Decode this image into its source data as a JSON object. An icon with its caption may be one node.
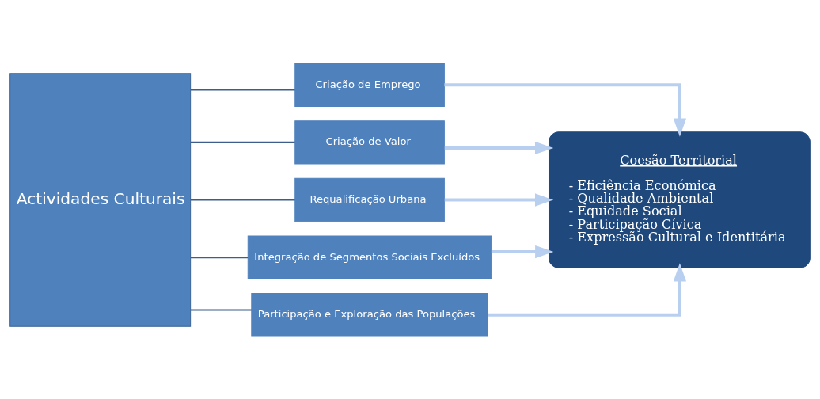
{
  "diagram": {
    "nodes": [
      {
        "text": [
          "Actividades Culturais"
        ]
      },
      {
        "text": [
          "Criação de Emprego"
        ]
      },
      {
        "text": [
          "Criação de Valor"
        ]
      },
      {
        "text": [
          "Requalificação Urbana"
        ]
      },
      {
        "text": [
          "Integração de Segmentos Sociais Excluídos"
        ]
      },
      {
        "text": [
          "Participação e Exploração das Populações"
        ]
      },
      {
        "text": [
          "Coesão Territorial",
          "- Eficiência Económica",
          "- Qualidade Ambiental",
          "- Equidade Social",
          "- Participação Cívica",
          "- Expressão Cultural e Identitária"
        ]
      }
    ],
    "edges": [
      {
        "from": 0,
        "to": 1,
        "arrow": "none"
      },
      {
        "from": 0,
        "to": 2,
        "arrow": "none"
      },
      {
        "from": 0,
        "to": 3,
        "arrow": "none"
      },
      {
        "from": 0,
        "to": 4,
        "arrow": "none"
      },
      {
        "from": 0,
        "to": 5,
        "arrow": "none"
      },
      {
        "from": 1,
        "to": 6,
        "arrow": "to",
        "style": "thick",
        "color": "#b9cff0"
      },
      {
        "from": 2,
        "to": 6,
        "arrow": "to",
        "style": "thick",
        "color": "#b9cff0"
      },
      {
        "from": 3,
        "to": 6,
        "arrow": "to",
        "style": "thick",
        "color": "#b9cff0"
      },
      {
        "from": 4,
        "to": 6,
        "arrow": "to",
        "style": "thick",
        "color": "#b9cff0"
      },
      {
        "from": 5,
        "to": 6,
        "arrow": "to",
        "style": "thick",
        "color": "#b9cff0"
      }
    ]
  }
}
